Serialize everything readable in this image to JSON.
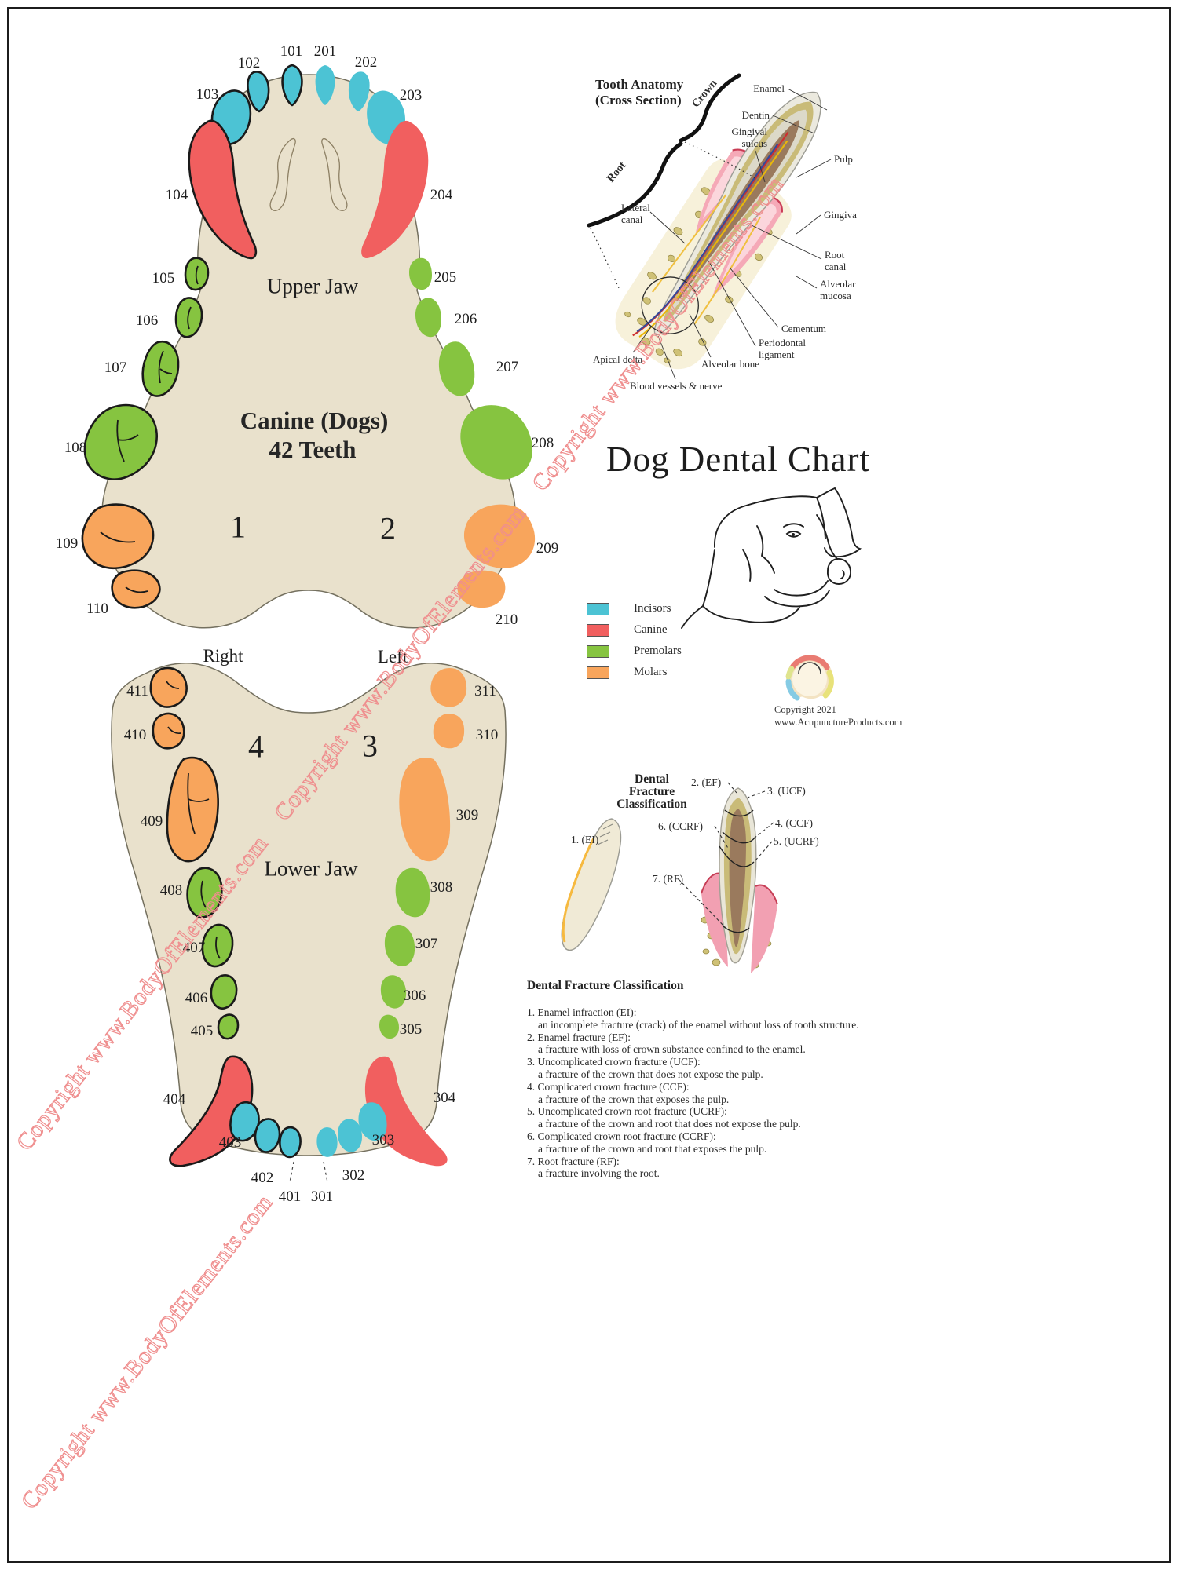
{
  "poster": {
    "main_title": "Dog Dental Chart",
    "species_heading": "Canine (Dogs)",
    "teeth_count": "42 Teeth",
    "upper_jaw": "Upper Jaw",
    "lower_jaw": "Lower Jaw",
    "side_right": "Right",
    "side_left": "Left",
    "quadrant_1": "1",
    "quadrant_2": "2",
    "quadrant_3": "3",
    "quadrant_4": "4"
  },
  "tooth_numbers": {
    "upper_right": [
      "101",
      "102",
      "103",
      "104",
      "105",
      "106",
      "107",
      "108",
      "109",
      "110"
    ],
    "upper_left": [
      "201",
      "202",
      "203",
      "204",
      "205",
      "206",
      "207",
      "208",
      "209",
      "210"
    ],
    "lower_left": [
      "301",
      "302",
      "303",
      "304",
      "305",
      "306",
      "307",
      "308",
      "309",
      "310",
      "311"
    ],
    "lower_right": [
      "401",
      "402",
      "403",
      "404",
      "405",
      "406",
      "407",
      "408",
      "409",
      "410",
      "411"
    ]
  },
  "anatomy": {
    "title_line1": "Tooth Anatomy",
    "title_line2": "(Cross Section)",
    "crown_label": "Crown",
    "root_label": "Root",
    "labels": {
      "enamel": "Enamel",
      "dentin": "Dentin",
      "gingival_sulcus": "Gingival sulcus",
      "pulp": "Pulp",
      "gingiva": "Gingiva",
      "root_canal": "Root canal",
      "alveolar_mucosa": "Alveolar mucosa",
      "cementum": "Cementum",
      "periodontal_ligament": "Periodontal ligament",
      "alveolar_bone": "Alveolar bone",
      "blood_vessels_nerve": "Blood vessels & nerve",
      "apical_delta": "Apical delta",
      "lateral_canal": "Lateral canal"
    }
  },
  "legend": {
    "items": [
      {
        "label": "Incisors",
        "color": "#4cc3d4"
      },
      {
        "label": "Canine",
        "color": "#f15f5f"
      },
      {
        "label": "Premolars",
        "color": "#86c440"
      },
      {
        "label": "Molars",
        "color": "#f8a55c"
      }
    ]
  },
  "branding": {
    "logo_monogram": "AP",
    "copyright_line1": "Copyright 2021",
    "copyright_line2": "www.AcupunctureProducts.com"
  },
  "fracture_diagram": {
    "heading_line1": "Dental",
    "heading_line2": "Fracture",
    "heading_line3": "Classification",
    "labels": {
      "ei": "1. (EI)",
      "ef": "2. (EF)",
      "ucf": "3. (UCF)",
      "ccf": "4. (CCF)",
      "ucrf": "5. (UCRF)",
      "ccrf": "6. (CCRF)",
      "rf": "7. (RF)"
    }
  },
  "fracture_text": {
    "heading": "Dental Fracture Classification",
    "items": [
      {
        "term": "1. Enamel infraction (EI):",
        "desc": "an incomplete fracture (crack) of the enamel without loss of tooth structure."
      },
      {
        "term": "2. Enamel fracture (EF):",
        "desc": "a fracture with loss of crown substance confined to the enamel."
      },
      {
        "term": "3. Uncomplicated crown fracture (UCF):",
        "desc": "a fracture of the crown that does not expose the pulp."
      },
      {
        "term": "4. Complicated crown fracture (CCF):",
        "desc": "a fracture of the crown that exposes the pulp."
      },
      {
        "term": "5. Uncomplicated crown root fracture (UCRF):",
        "desc": "a fracture of the crown and root that does not expose the pulp."
      },
      {
        "term": "6. Complicated crown root fracture (CCRF):",
        "desc": "a fracture of the crown and root that exposes the pulp."
      },
      {
        "term": "7. Root fracture (RF):",
        "desc": "a fracture involving the root."
      }
    ]
  },
  "watermark": {
    "text": "Copyright www.BodyOfElements.com",
    "color": "#ef8e8e"
  }
}
